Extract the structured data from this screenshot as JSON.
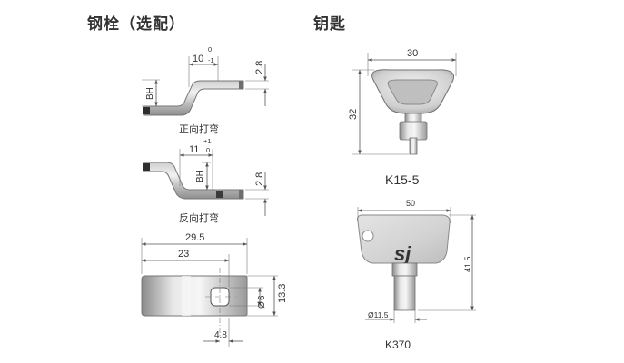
{
  "headers": {
    "bolt_title": "钢栓（选配）",
    "key_title": "钥匙"
  },
  "bolt_forward": {
    "width_dim": "10",
    "tol_upper": "0",
    "tol_lower": "-1",
    "thickness": "2.8",
    "height_label": "BH",
    "caption": "正向打弯"
  },
  "bolt_reverse": {
    "width_dim": "11",
    "tol_upper": "+1",
    "tol_lower": "0",
    "thickness": "2.8",
    "height_label": "BH",
    "caption": "反向打弯"
  },
  "bolt_plan": {
    "overall_length": "29.5",
    "inner_length": "23",
    "hole_diameter": "6",
    "hole_symbol": "Ø",
    "width": "13.3",
    "edge_offset": "4.8"
  },
  "key_k15": {
    "width": "30",
    "height": "32",
    "caption": "K15-5"
  },
  "key_k370": {
    "width": "50",
    "height": "41.5",
    "shank_diameter": "Ø11.5",
    "logo_text": "sj",
    "caption": "K370"
  },
  "colors": {
    "ink": "#333333",
    "dimension_line": "#555555",
    "metal_light": "#e6e6e6",
    "metal_dark": "#9a9a9a"
  }
}
